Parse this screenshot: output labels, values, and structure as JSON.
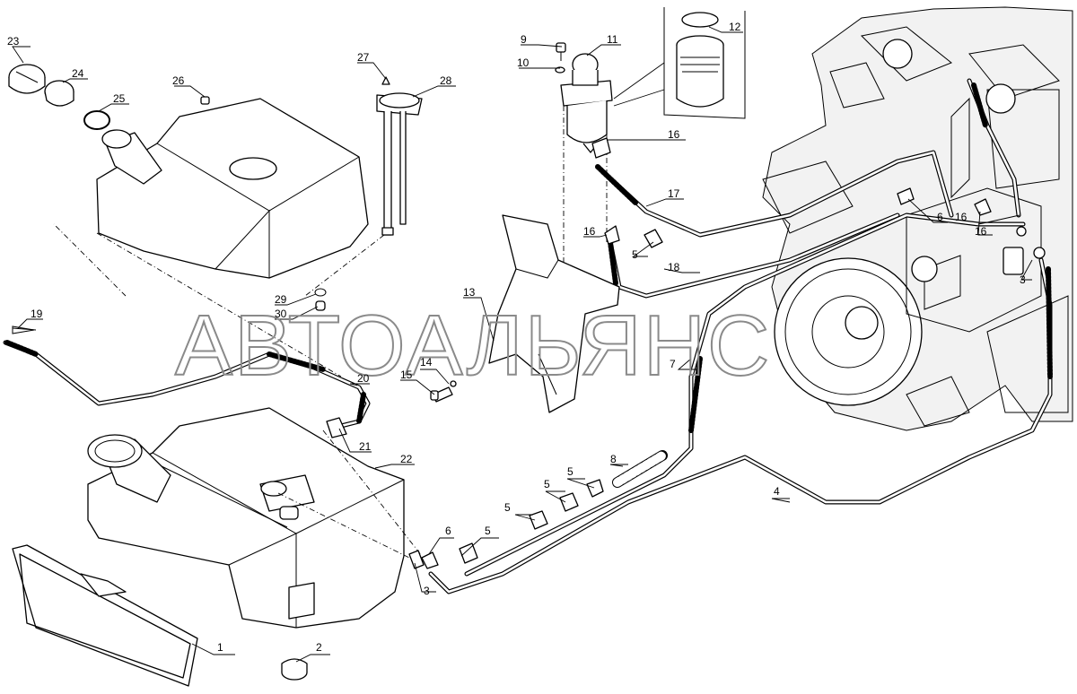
{
  "watermark": "АВТОАЛЬЯНС",
  "callouts": {
    "c1": "1",
    "c2": "2",
    "c3a": "3",
    "c3b": "3",
    "c4": "4",
    "c5a": "5",
    "c5b": "5",
    "c5c": "5",
    "c5d": "5",
    "c5e": "5",
    "c6a": "6",
    "c6b": "6",
    "c7": "7",
    "c8": "8",
    "c9": "9",
    "c10": "10",
    "c11": "11",
    "c12": "12",
    "c13": "13",
    "c14": "14",
    "c15": "15",
    "c16a": "16",
    "c16b": "16",
    "c16c": "16",
    "c16d": "16",
    "c17": "17",
    "c18": "18",
    "c19": "19",
    "c20": "20",
    "c21": "21",
    "c22": "22",
    "c23": "23",
    "c24": "24",
    "c25": "25",
    "c26": "26",
    "c27": "27",
    "c28": "28",
    "c29": "29",
    "c30": "30"
  }
}
